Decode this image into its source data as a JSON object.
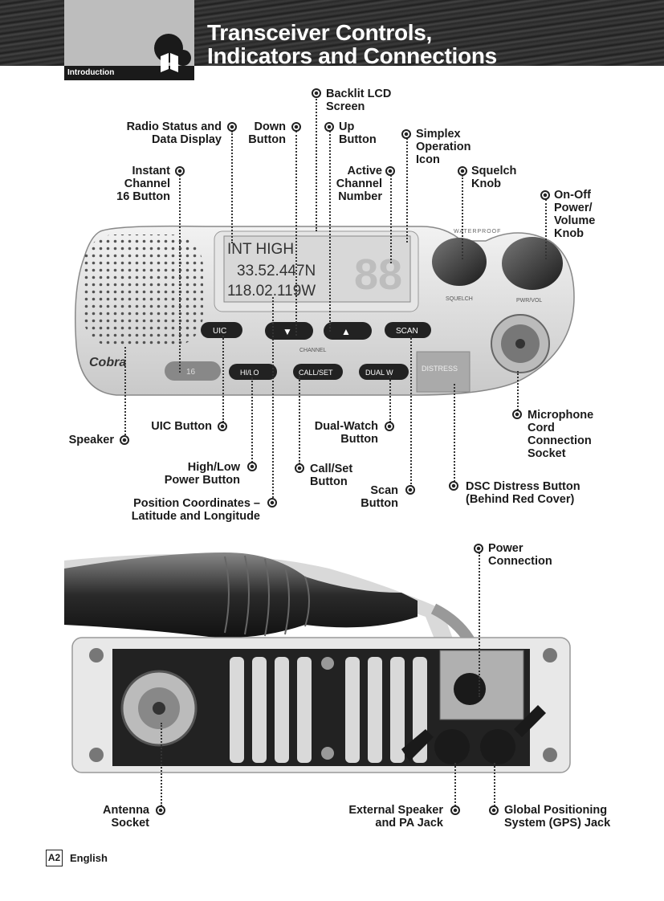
{
  "header": {
    "section": "Introduction",
    "title_line1": "Transceiver Controls,",
    "title_line2": "Indicators and Connections"
  },
  "lcd": {
    "line1": "INT HIGH",
    "line2": "33.52.447N",
    "line3": "118.02.119W",
    "channel": "88"
  },
  "radio_buttons": {
    "uic": "UIC",
    "down": "▼",
    "up": "▲",
    "scan": "SCAN",
    "ch16": "16",
    "hilo": "HI/LO",
    "callset": "CALL/SET",
    "dualw": "DUAL W",
    "distress": "DISTRESS",
    "channel": "CHANNEL",
    "brand": "Cobra",
    "waterproof": "WATERPROOF",
    "squelch": "SQUELCH",
    "volume": "PWR/VOL"
  },
  "labels": {
    "backlit_lcd": [
      "Backlit LCD",
      "Screen"
    ],
    "radio_status": [
      "Radio Status and",
      "Data Display"
    ],
    "down_button": [
      "Down",
      "Button"
    ],
    "up_button": [
      "Up",
      "Button"
    ],
    "simplex": [
      "Simplex",
      "Operation",
      "Icon"
    ],
    "instant_ch16": [
      "Instant",
      "Channel",
      "16 Button"
    ],
    "active_channel": [
      "Active",
      "Channel",
      "Number"
    ],
    "squelch_knob": [
      "Squelch",
      "Knob"
    ],
    "on_off": [
      "On-Off",
      "Power/",
      "Volume",
      "Knob"
    ],
    "uic_button": [
      "UIC Button"
    ],
    "speaker": [
      "Speaker"
    ],
    "dual_watch": [
      "Dual-Watch",
      "Button"
    ],
    "microphone": [
      "Microphone",
      "Cord",
      "Connection",
      "Socket"
    ],
    "high_low": [
      "High/Low",
      "Power Button"
    ],
    "call_set": [
      "Call/Set",
      "Button"
    ],
    "scan_button": [
      "Scan",
      "Button"
    ],
    "dsc_distress": [
      "DSC Distress Button",
      "(Behind Red Cover)"
    ],
    "position": [
      "Position Coordinates –",
      "Latitude and Longitude"
    ],
    "power_connection": [
      "Power",
      "Connection"
    ],
    "antenna": [
      "Antenna",
      "Socket"
    ],
    "ext_speaker": [
      "External Speaker",
      "and PA Jack"
    ],
    "gps": [
      "Global Positioning",
      "System (GPS) Jack"
    ]
  },
  "footer": {
    "page": "A2",
    "language": "English"
  }
}
